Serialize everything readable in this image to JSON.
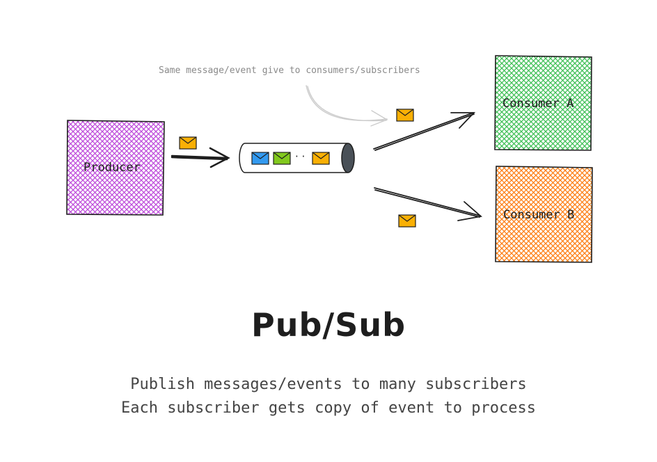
{
  "diagram": {
    "title": "Pub/Sub",
    "subtitle_lines": [
      "Publish messages/events to many subscribers",
      "Each subscriber gets copy of event to process"
    ],
    "annotation": "Same message/event give to consumers/subscribers",
    "queue_ellipsis": "· ·",
    "nodes": {
      "producer": {
        "label": "Producer",
        "color": "#be4bdb"
      },
      "consumer_a": {
        "label": "Consumer A",
        "color": "#40c057"
      },
      "consumer_b": {
        "label": "Consumer B",
        "color": "#fd7e14"
      }
    },
    "message_colors": {
      "envelope": "#fab005",
      "queue_blue": "#339af0",
      "queue_green": "#82c91e"
    },
    "stroke_color": "#1e1e1e"
  }
}
